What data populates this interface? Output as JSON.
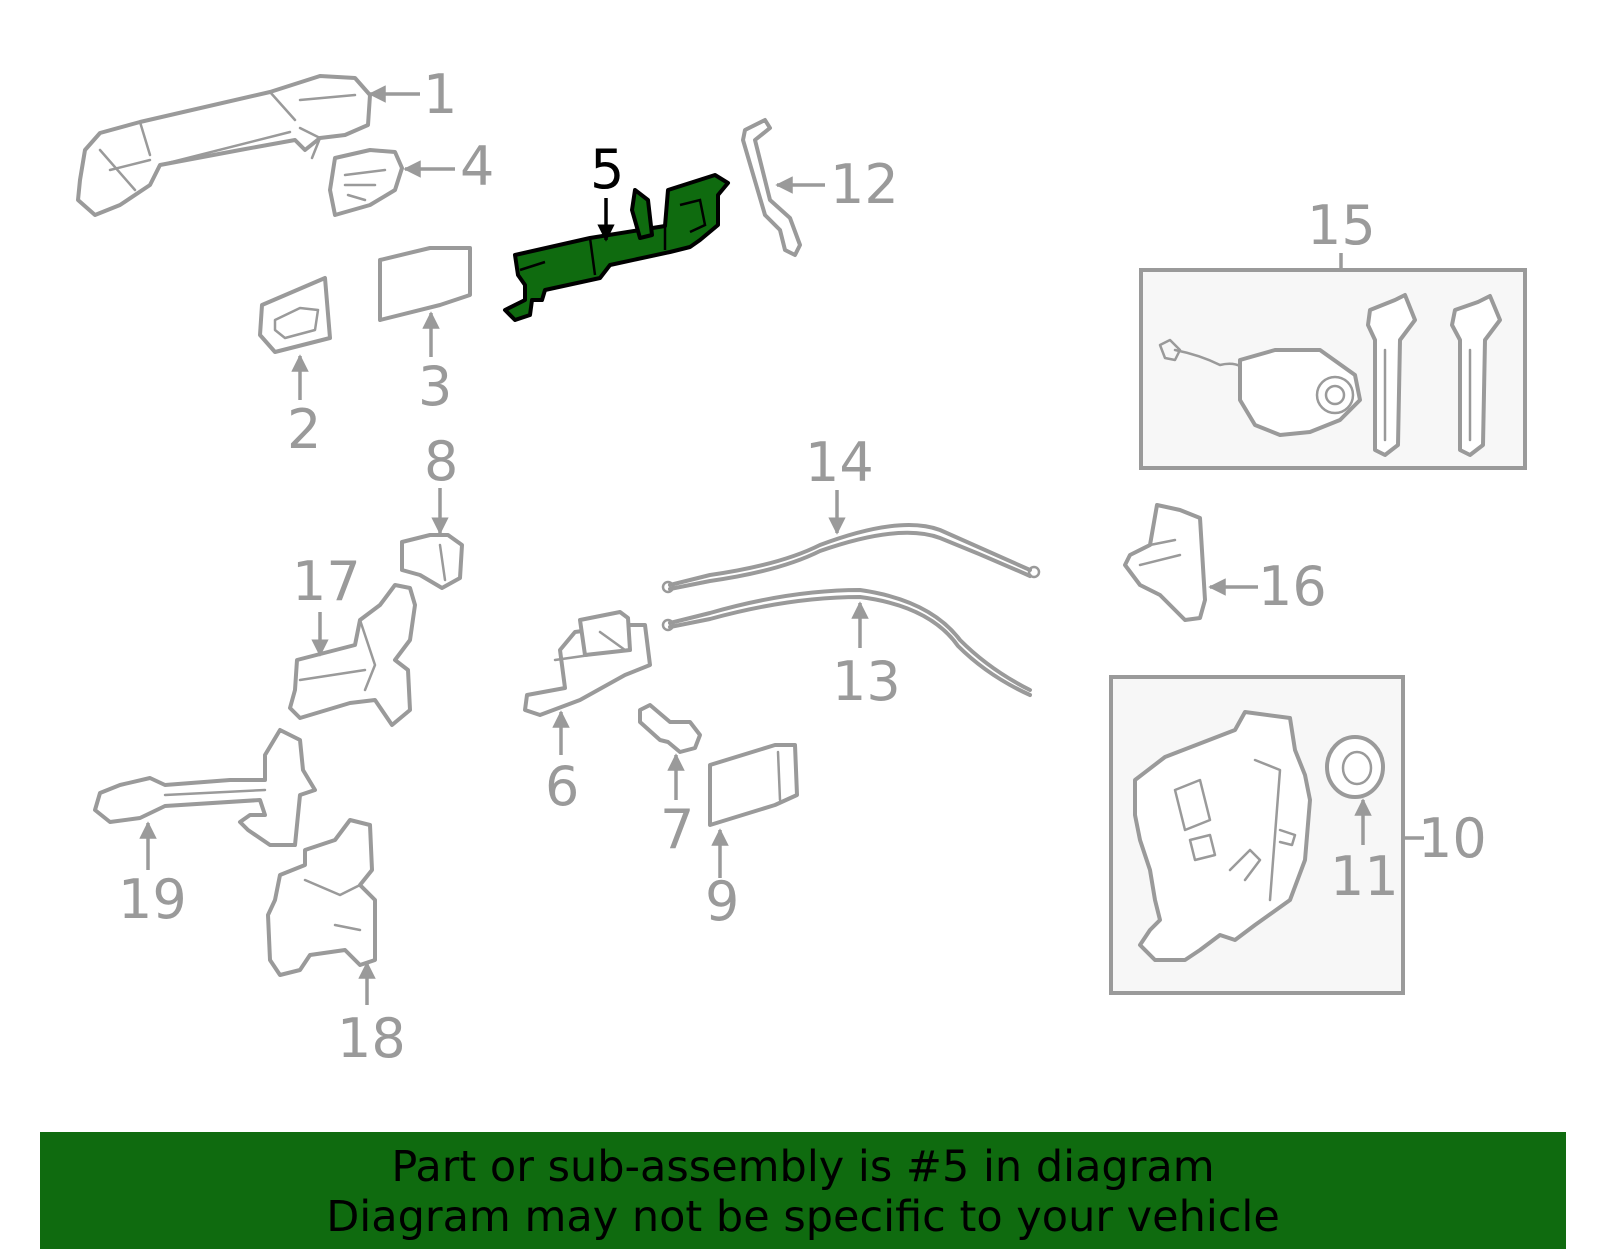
{
  "colors": {
    "highlight": "#0f6b0f",
    "parts": "#9a9a9a",
    "banner": "#0f6b0f"
  },
  "callouts": {
    "c1": "1",
    "c2": "2",
    "c3": "3",
    "c4": "4",
    "c5": "5",
    "c6": "6",
    "c7": "7",
    "c8": "8",
    "c9": "9",
    "c10": "10",
    "c11": "11",
    "c12": "12",
    "c13": "13",
    "c14": "14",
    "c15": "15",
    "c16": "16",
    "c17": "17",
    "c18": "18",
    "c19": "19"
  },
  "highlighted_part": "5",
  "banner": {
    "line1": "Part or sub-assembly is #5 in diagram",
    "line2": "Diagram may not be specific to your vehicle"
  }
}
